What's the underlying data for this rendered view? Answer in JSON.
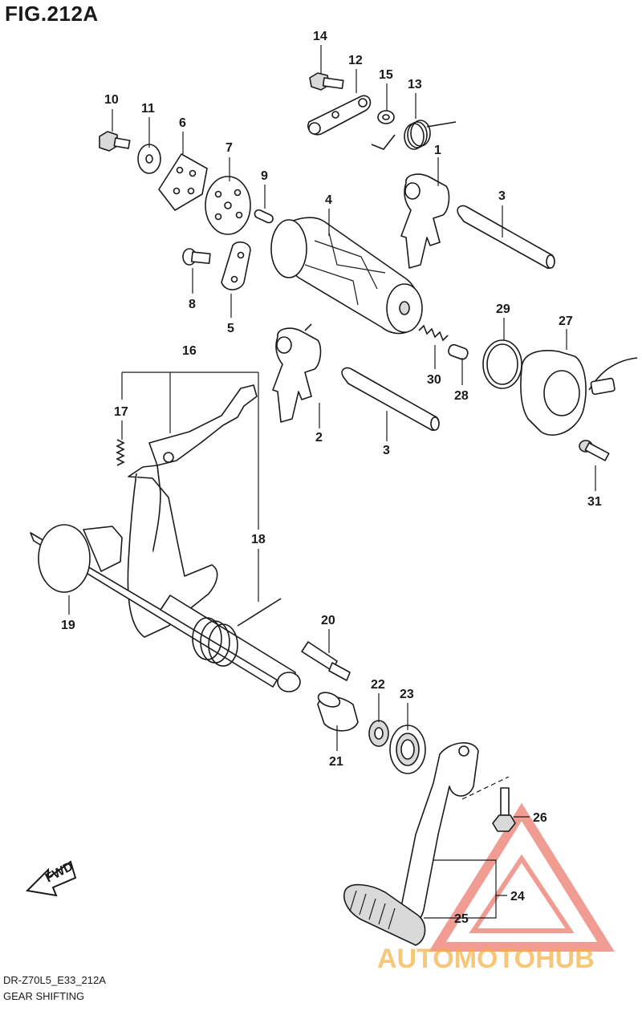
{
  "figure": {
    "title": "FIG.212A"
  },
  "footer": {
    "code": "DR-Z70L5_E33_212A",
    "caption": "GEAR SHIFTING"
  },
  "direction": {
    "label": "FWD"
  },
  "watermark": {
    "text": "AUTOMOTOHUB",
    "colors": {
      "primary": "#f5b041",
      "accent": "#e74c3c",
      "dark": "#7f8c8d"
    }
  },
  "callouts": {
    "c1": "1",
    "c2": "2",
    "c3a": "3",
    "c3b": "3",
    "c4": "4",
    "c5": "5",
    "c6": "6",
    "c7": "7",
    "c8": "8",
    "c9": "9",
    "c10": "10",
    "c11": "11",
    "c12": "12",
    "c13": "13",
    "c14": "14",
    "c15": "15",
    "c16": "16",
    "c17": "17",
    "c18": "18",
    "c19": "19",
    "c20": "20",
    "c21": "21",
    "c22": "22",
    "c23": "23",
    "c24": "24",
    "c25": "25",
    "c26": "26",
    "c27": "27",
    "c28": "28",
    "c29": "29",
    "c30": "30",
    "c31": "31"
  }
}
